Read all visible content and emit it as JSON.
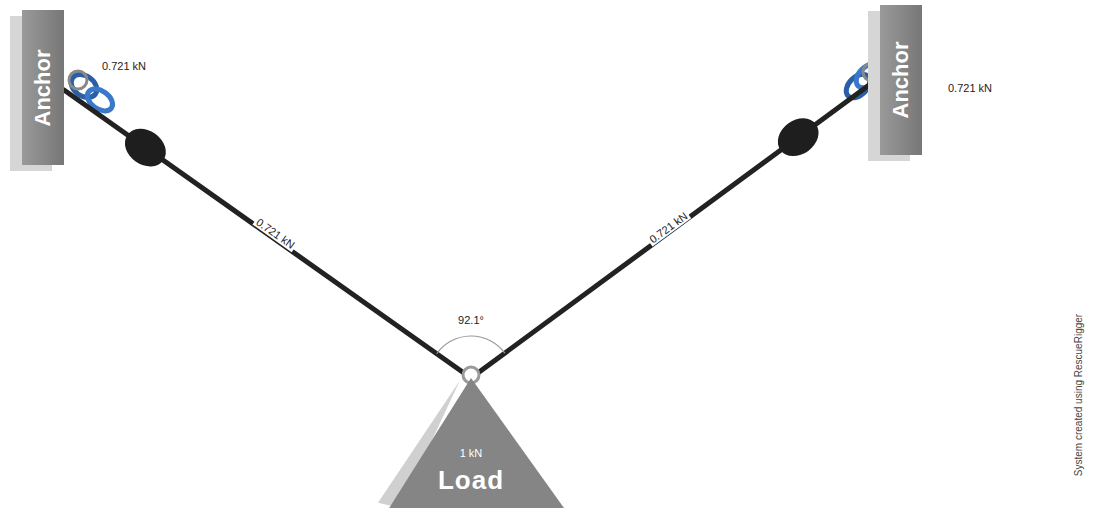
{
  "diagram": {
    "nodes": [
      {
        "text": [
          "Anchor"
        ]
      },
      {
        "text": [
          "Anchor"
        ]
      },
      {
        "text": [
          "1 kN",
          "Load"
        ]
      }
    ],
    "edges": [
      {
        "from": 0,
        "to": 2,
        "arrow": "none",
        "label": "0.721 kN"
      },
      {
        "from": 1,
        "to": 2,
        "arrow": "none",
        "label": "0.721 kN"
      }
    ],
    "labels": [
      "0.721 kN",
      "0.721 kN",
      "92.1°",
      "System created using RescueRigger"
    ]
  }
}
